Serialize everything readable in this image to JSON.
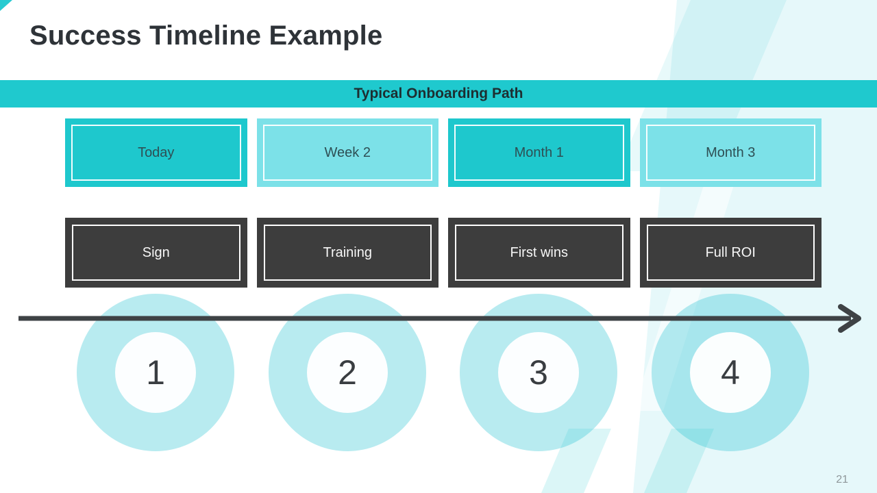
{
  "slide": {
    "title": "Success Timeline Example",
    "banner": "Typical Onboarding Path",
    "page_number": "21"
  },
  "timeline": {
    "stages": [
      {
        "number": "1",
        "period": "Today",
        "milestone": "Sign"
      },
      {
        "number": "2",
        "period": "Week 2",
        "milestone": "Training"
      },
      {
        "number": "3",
        "period": "Month 1",
        "milestone": "First wins"
      },
      {
        "number": "4",
        "period": "Month 3",
        "milestone": "Full ROI"
      }
    ]
  },
  "colors": {
    "teal": "#1fc9ce",
    "teal_dark_box": "#1ec8cd",
    "teal_light_box": "#7ce1e8",
    "gray_box": "#3d3d3d",
    "ring": "#b8ebf0",
    "arrow": "#3e4245",
    "title_text": "#2e3338",
    "banner_text": "#1d2e31",
    "background_wash": "#e6f8fa"
  }
}
